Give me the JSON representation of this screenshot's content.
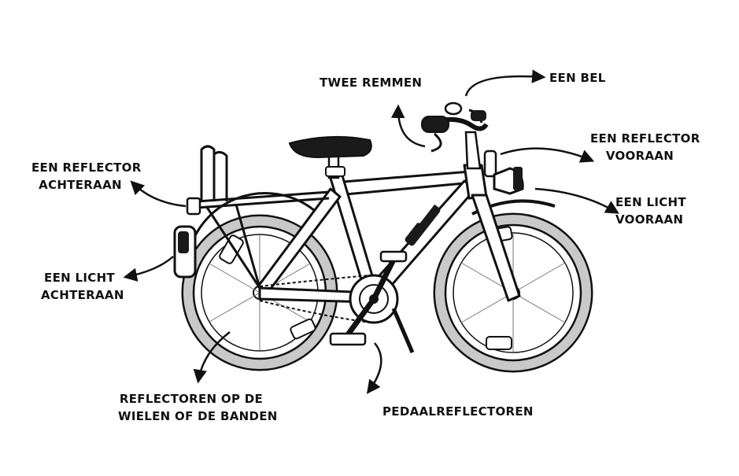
{
  "labels": {
    "twee_remmen": "TWEE REMMEN",
    "een_bel": "EEN BEL",
    "reflector_vooraan": [
      "EEN REFLECTOR",
      "VOORAAN"
    ],
    "licht_vooraan": [
      "EEN LICHT",
      "VOORAAN"
    ],
    "reflector_achteraan": [
      "EEN REFLECTOR",
      "ACHTERAAN"
    ],
    "licht_achteraan": [
      "EEN LICHT",
      "ACHTERAAN"
    ],
    "reflectoren_wielen": [
      "REFLECTOREN OP DE",
      "WIELEN OF DE BANDEN"
    ],
    "pedaalreflectoren": "PEDAALREFLECTOREN"
  },
  "colors": {
    "ink": "#111111",
    "tire": "#c9c9c9",
    "frame": "#ffffff",
    "saddle": "#1a1a1a"
  }
}
